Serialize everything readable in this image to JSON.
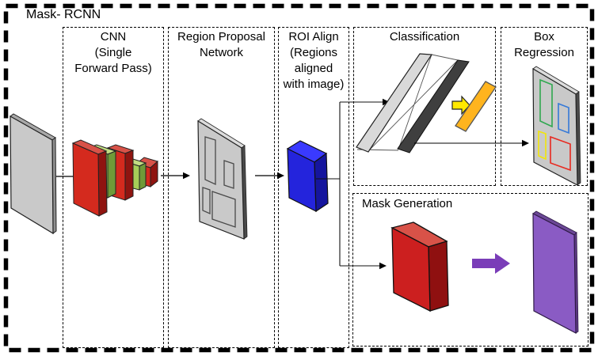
{
  "title": "Mask- RCNN",
  "sections": {
    "cnn": {
      "label": "CNN\n(Single\nForward Pass)"
    },
    "rpn": {
      "label": "Region Proposal\nNetwork"
    },
    "roi_align": {
      "label": "ROI Align\n(Regions\naligned\nwith image)"
    },
    "classification": {
      "label": "Classification"
    },
    "box_regression": {
      "label": "Box\nRegression"
    },
    "mask_generation": {
      "label": "Mask Generation"
    }
  },
  "colors": {
    "plate_gray": "#c9c9c9",
    "feature_red": "#d42a1e",
    "feature_green": "#a6ce58",
    "roi_blue": "#2424dc",
    "fc_light_bar": "#d9d9d9",
    "fc_dark_bar": "#3f3f3f",
    "fc_output_orange": "#ffb41e",
    "yellow_arrow": "#ffe800",
    "bbox_green": "#2fa84f",
    "bbox_blue": "#3579d8",
    "bbox_yellow": "#f2e60a",
    "bbox_red": "#e8291f",
    "mask_conv_red": "#cc1f1f",
    "mask_arrow_purple": "#7a3db8",
    "mask_output_purple": "#8a5bc4"
  }
}
